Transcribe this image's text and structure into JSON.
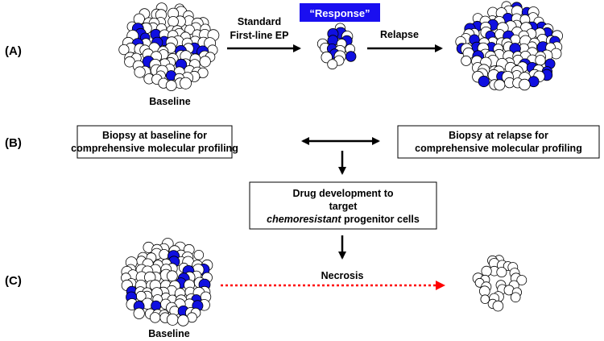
{
  "row_labels": {
    "a": "(A)",
    "b": "(B)",
    "c": "(C)"
  },
  "row_a": {
    "arrow1_label_line1": "Standard",
    "arrow1_label_line2": "First-line EP",
    "response_badge": "“Response”",
    "arrow2_label": "Relapse",
    "baseline_label": "Baseline"
  },
  "row_b": {
    "box_left_line1": "Biopsy at baseline for",
    "box_left_line2": "comprehensive molecular profiling",
    "box_right_line1": "Biopsy at relapse for",
    "box_right_line2": "comprehensive molecular profiling",
    "box_center_line1": "Drug development to",
    "box_center_line2": "target",
    "box_center_line3_italic": "chemoresistant",
    "box_center_line3_rest": " progenitor cells"
  },
  "row_c": {
    "arrow_label": "Necrosis",
    "baseline_label": "Baseline"
  },
  "colors": {
    "cell_white": "#ffffff",
    "cell_blue": "#1010e0",
    "badge_bg": "#1a0ff0",
    "badge_text": "#ffffff",
    "necrosis_arrow": "#ff0000",
    "outline": "#000000"
  }
}
